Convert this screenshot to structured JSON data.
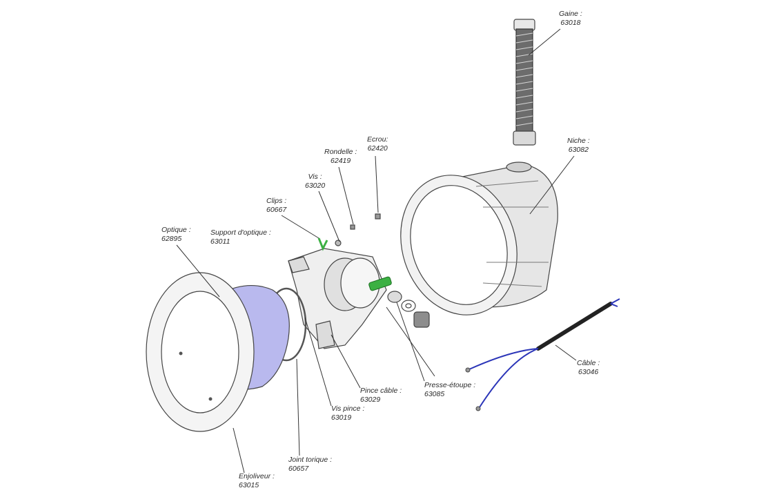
{
  "title": "Exploded view of pool light assembly",
  "parts": {
    "gaine": {
      "name": "Gaine :",
      "ref": "63018"
    },
    "niche": {
      "name": "Niche :",
      "ref": "63082"
    },
    "ecrou": {
      "name": "Ecrou:",
      "ref": "62420"
    },
    "rondelle": {
      "name": "Rondelle :",
      "ref": "62419"
    },
    "vis": {
      "name": "Vis :",
      "ref": "63020"
    },
    "clips": {
      "name": "Clips :",
      "ref": "60667"
    },
    "support_optique": {
      "name": "Support d'optique :",
      "ref": "63011"
    },
    "optique": {
      "name": "Optique :",
      "ref": "62895"
    },
    "cable": {
      "name": "Câble :",
      "ref": "63046"
    },
    "presse_etoupe": {
      "name": "Presse-étoupe :",
      "ref": "63085"
    },
    "pince_cable": {
      "name": "Pince câble :",
      "ref": "63029"
    },
    "vis_pince": {
      "name": "Vis pince :",
      "ref": "63019"
    },
    "joint_torique": {
      "name": "Joint torique :",
      "ref": "60657"
    },
    "enjoliveur": {
      "name": "Enjoliveur :",
      "ref": "63015"
    }
  },
  "colors": {
    "optique_fill": "#b9b9ee",
    "clip_green": "#3cb043",
    "cable_blue": "#2b35b8",
    "line": "#333333"
  }
}
